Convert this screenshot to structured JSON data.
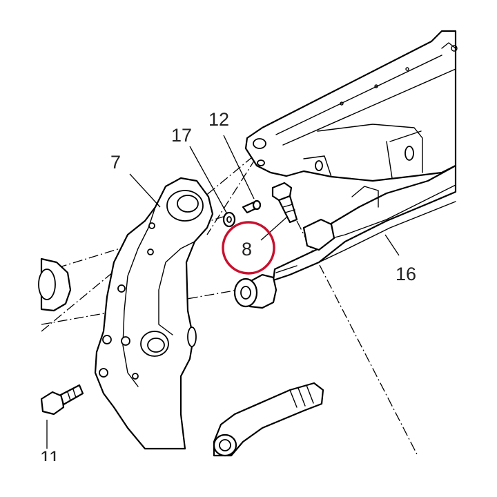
{
  "diagram": {
    "callouts": [
      {
        "id": "7",
        "text": "7"
      },
      {
        "id": "17",
        "text": "17"
      },
      {
        "id": "12",
        "text": "12"
      },
      {
        "id": "8",
        "text": "8",
        "highlighted": true
      },
      {
        "id": "16",
        "text": "16"
      },
      {
        "id": "11",
        "text": "11"
      }
    ],
    "highlight_color": "#c8102e",
    "line_color": "#000000"
  }
}
